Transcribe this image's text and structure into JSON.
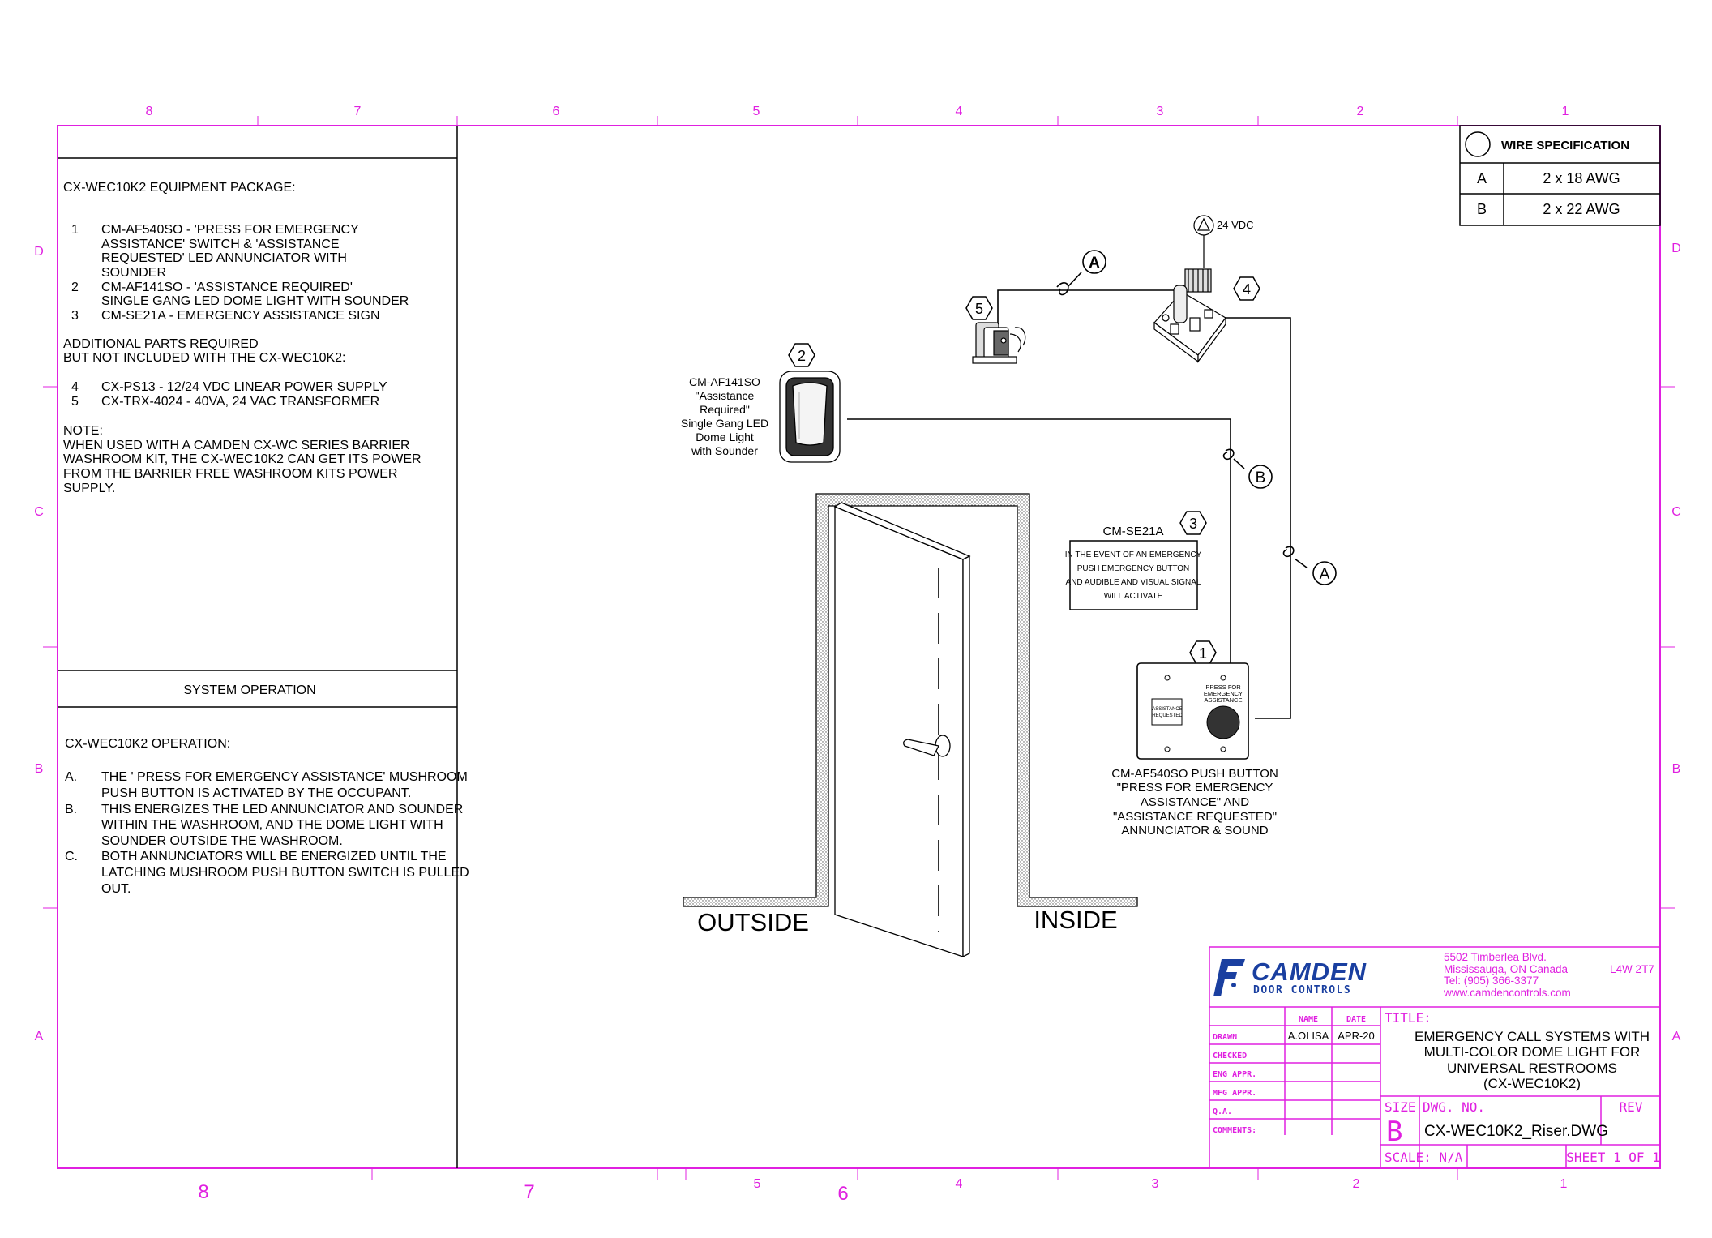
{
  "border": {
    "top_labels": [
      "8",
      "7",
      "6",
      "5",
      "4",
      "3",
      "2",
      "1"
    ],
    "bottom_labels": [
      "8",
      "7",
      "5",
      "6",
      "4",
      "3",
      "2",
      "1"
    ],
    "side_labels": [
      "D",
      "C",
      "B",
      "A"
    ]
  },
  "equipment": {
    "heading": "CX-WEC10K2 EQUIPMENT PACKAGE:",
    "items": [
      {
        "num": "1",
        "lines": [
          "CM-AF540SO - 'PRESS FOR EMERGENCY",
          "ASSISTANCE' SWITCH & 'ASSISTANCE",
          "REQUESTED' LED ANNUNCIATOR WITH",
          "SOUNDER"
        ]
      },
      {
        "num": "2",
        "lines": [
          "CM-AF141SO - 'ASSISTANCE REQUIRED'",
          "SINGLE GANG LED DOME LIGHT WITH SOUNDER"
        ]
      },
      {
        "num": "3",
        "lines": [
          "CM-SE21A - EMERGENCY ASSISTANCE SIGN"
        ]
      }
    ],
    "additional_heading": [
      "ADDITIONAL PARTS REQUIRED",
      "BUT NOT INCLUDED WITH THE CX-WEC10K2:"
    ],
    "additional_items": [
      {
        "num": "4",
        "lines": [
          "CX-PS13 - 12/24 VDC LINEAR POWER SUPPLY"
        ]
      },
      {
        "num": "5",
        "lines": [
          "CX-TRX-4024 - 40VA, 24 VAC TRANSFORMER"
        ]
      }
    ],
    "note": [
      "NOTE:",
      "WHEN USED WITH A CAMDEN CX-WC SERIES BARRIER",
      "WASHROOM KIT, THE CX-WEC10K2 CAN GET ITS POWER",
      "FROM THE BARRIER FREE WASHROOM KITS POWER",
      "SUPPLY."
    ]
  },
  "operation": {
    "title": "SYSTEM OPERATION",
    "heading": "CX-WEC10K2 OPERATION:",
    "steps": [
      {
        "letter": "A.",
        "lines": [
          "THE ' PRESS FOR EMERGENCY ASSISTANCE' MUSHROOM",
          "PUSH BUTTON IS ACTIVATED BY THE  OCCUPANT."
        ]
      },
      {
        "letter": "B.",
        "lines": [
          "THIS ENERGIZES THE LED ANNUNCIATOR AND SOUNDER",
          "WITHIN THE WASHROOM, AND THE DOME   LIGHT WITH",
          "SOUNDER OUTSIDE THE  WASHROOM."
        ]
      },
      {
        "letter": "C.",
        "lines": [
          "BOTH ANNUNCIATORS WILL BE  ENERGIZED UNTIL THE",
          "LATCHING MUSHROOM PUSH BUTTON SWITCH IS   PULLED",
          "OUT."
        ]
      }
    ]
  },
  "wire_spec": {
    "title": "WIRE SPECIFICATION",
    "rows": [
      {
        "code": "A",
        "spec": "2 x 18 AWG"
      },
      {
        "code": "B",
        "spec": "2 x 22 AWG"
      }
    ]
  },
  "diagram": {
    "power_label": "24 VDC",
    "item_numbers": [
      "1",
      "2",
      "3",
      "4",
      "5"
    ],
    "wire_tags": [
      "A",
      "B",
      "A"
    ],
    "dome_light_label": [
      "CM-AF141SO",
      "\"Assistance",
      "Required\"",
      "Single Gang LED",
      "Dome Light",
      "with Sounder"
    ],
    "sign_model": "CM-SE21A",
    "sign_text": [
      "IN THE EVENT OF AN EMERGENCY",
      "PUSH EMERGENCY BUTTON",
      "AND AUDIBLE AND VISUAL SIGNAL",
      "WILL ACTIVATE"
    ],
    "panel_button_text": [
      "PRESS FOR",
      "EMERGENCY",
      "ASSISTANCE"
    ],
    "panel_led_text": [
      "ASSISTANCE",
      "REQUESTED"
    ],
    "push_button_label": [
      "CM-AF540SO PUSH BUTTON",
      "\"PRESS FOR EMERGENCY",
      "ASSISTANCE\" AND",
      "\"ASSISTANCE REQUESTED\"",
      "ANNUNCIATOR & SOUND"
    ],
    "outside_label": "OUTSIDE",
    "inside_label": "INSIDE"
  },
  "title_block": {
    "company": "CAMDEN",
    "company_sub": "DOOR CONTROLS",
    "address": [
      "5502 Timberlea Blvd.",
      "Mississauga, ON  Canada",
      "Tel: (905) 366-3377",
      "www.camdencontrols.com"
    ],
    "postal": "L4W 2T7",
    "name_header": "NAME",
    "date_header": "DATE",
    "rows": [
      {
        "label": "DRAWN",
        "name": "A.OLISA",
        "date": "APR-20"
      },
      {
        "label": "CHECKED",
        "name": "",
        "date": ""
      },
      {
        "label": "ENG APPR.",
        "name": "",
        "date": ""
      },
      {
        "label": "MFG APPR.",
        "name": "",
        "date": ""
      },
      {
        "label": "Q.A.",
        "name": "",
        "date": ""
      },
      {
        "label": "COMMENTS:",
        "name": "",
        "date": ""
      }
    ],
    "title_label": "TITLE:",
    "title_lines": [
      "EMERGENCY CALL SYSTEMS WITH",
      "MULTI-COLOR DOME LIGHT FOR",
      "UNIVERSAL RESTROOMS",
      "(CX-WEC10K2)"
    ],
    "size_label": "SIZE",
    "size_value": "B",
    "dwg_label": "DWG.  NO.",
    "dwg_value": "CX-WEC10K2_Riser.DWG",
    "rev_label": "REV",
    "scale_label": "SCALE: N/A",
    "sheet_label": "SHEET 1 OF 1"
  },
  "colors": {
    "border": "#e020e0",
    "ink": "#000000"
  }
}
